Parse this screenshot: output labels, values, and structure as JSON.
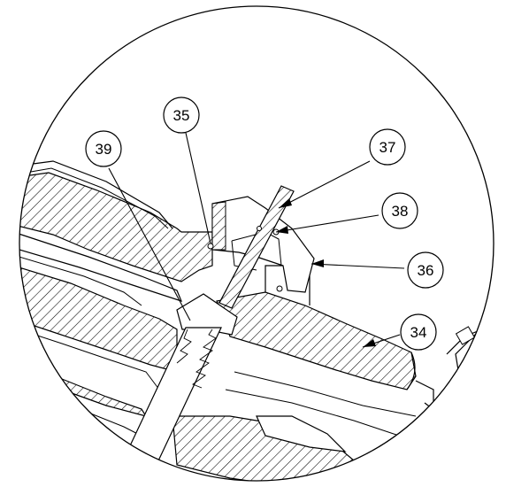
{
  "diagram": {
    "background": "#ffffff",
    "line_color": "#000000",
    "callouts": [
      {
        "id": "c35",
        "label": "35"
      },
      {
        "id": "c39",
        "label": "39"
      },
      {
        "id": "c37",
        "label": "37"
      },
      {
        "id": "c38",
        "label": "38"
      },
      {
        "id": "c36",
        "label": "36"
      },
      {
        "id": "c34",
        "label": "34"
      }
    ]
  }
}
